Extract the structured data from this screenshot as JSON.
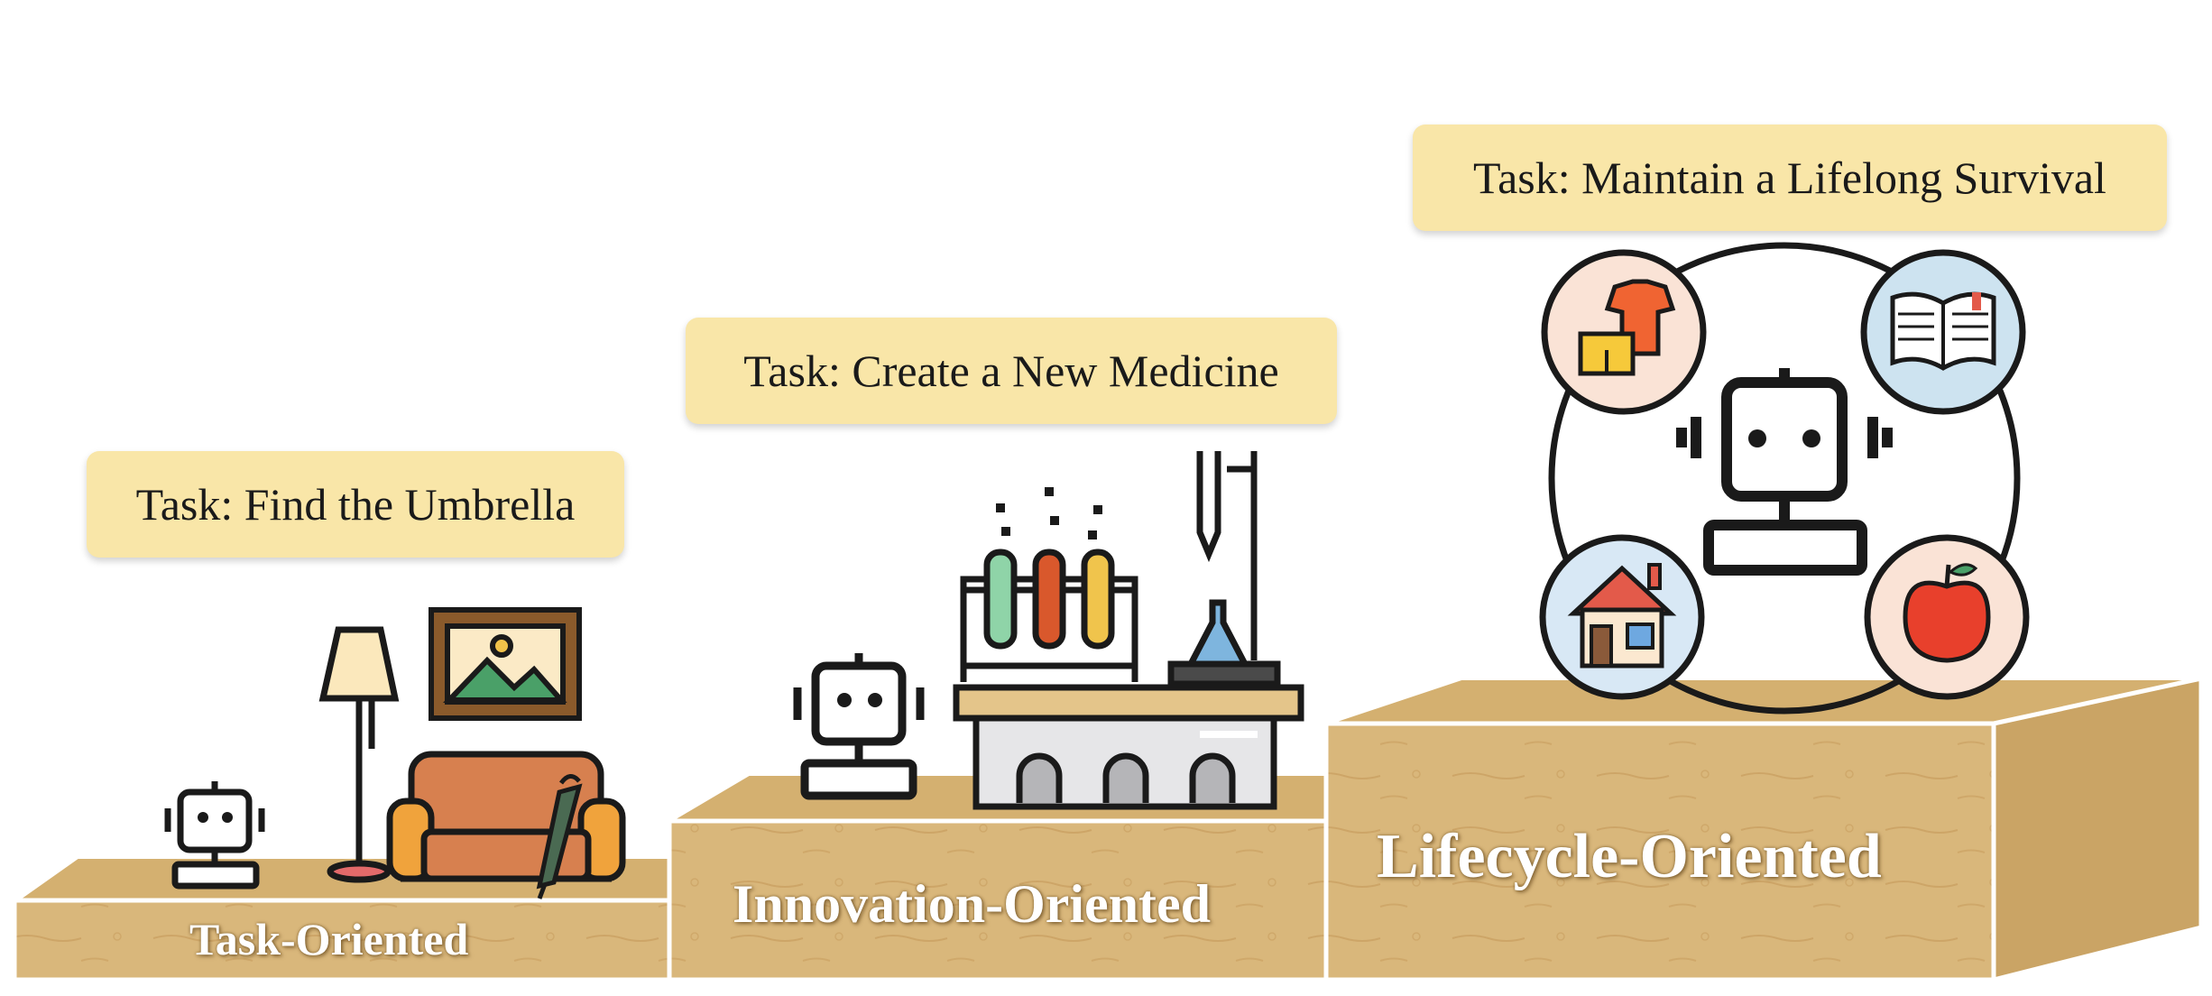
{
  "levels": [
    {
      "title": "Task-Oriented",
      "task": "Task: Find the Umbrella"
    },
    {
      "title": "Innovation-Oriented",
      "task": "Task: Create a New Medicine"
    },
    {
      "title": "Lifecycle-Oriented",
      "task": "Task: Maintain a Lifelong Survival"
    }
  ],
  "colors": {
    "wood": "#d9b77b",
    "wood_dark": "#c9a263",
    "label_bg": "#f9e6a8",
    "outline": "#1a1a1a"
  },
  "icons": [
    "robot-icon",
    "floor-lamp-icon",
    "framed-picture-icon",
    "sofa-icon",
    "umbrella-icon",
    "test-tubes-icon",
    "lab-bench-icon",
    "flask-stand-icon",
    "clothes-icon",
    "book-icon",
    "house-icon",
    "apple-icon"
  ]
}
